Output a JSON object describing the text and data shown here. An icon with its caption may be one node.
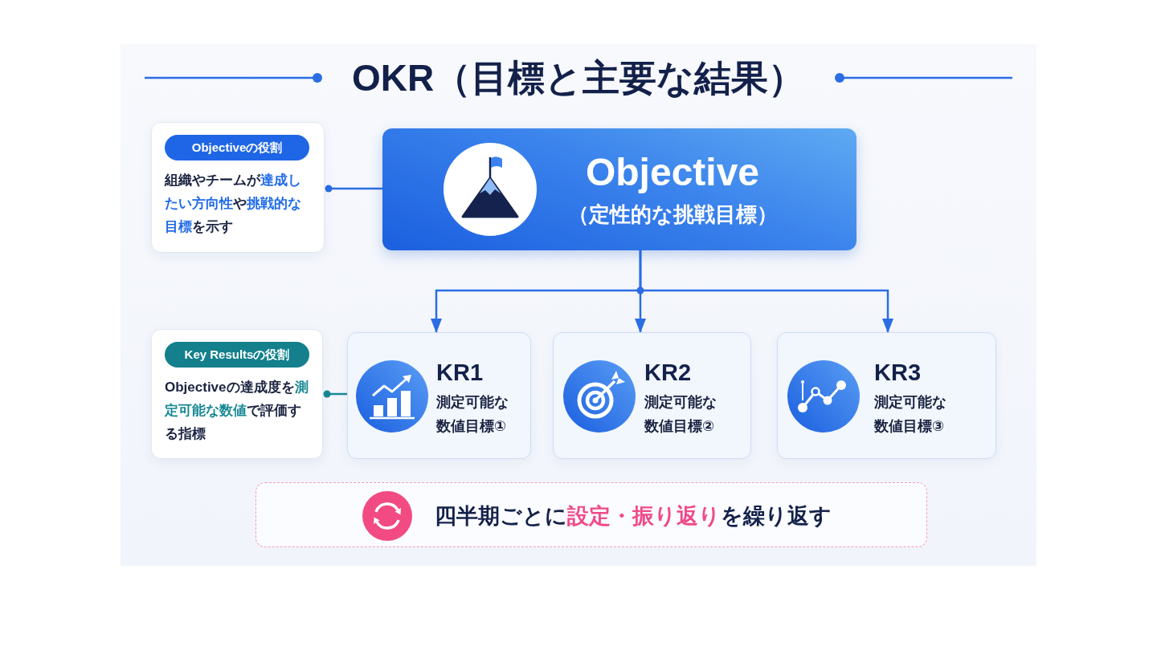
{
  "diagram": {
    "title": "OKR（目標と主要な結果）",
    "nodes": [
      {
        "text": [
          "Objectiveの役割",
          "組織やチームが**達成したい方向性**や**挑戦的な目標**を示す"
        ]
      },
      {
        "text": [
          "Objective",
          "（定性的な挑戦目標）"
        ]
      },
      {
        "text": [
          "Key Resultsの役割",
          "Objectiveの達成度を**測定可能な数値**で評価する指標"
        ]
      },
      {
        "text": [
          "KR1",
          "測定可能な数値目標①"
        ]
      },
      {
        "text": [
          "KR2",
          "測定可能な数値目標②"
        ]
      },
      {
        "text": [
          "KR3",
          "測定可能な数値目標③"
        ]
      },
      {
        "text": [
          "四半期ごとに**設定・振り返り**を繰り返す"
        ]
      }
    ],
    "edges": [
      {
        "from": 0,
        "to": 1,
        "arrow": "other"
      },
      {
        "from": 1,
        "to": 3,
        "arrow": "to"
      },
      {
        "from": 1,
        "to": 4,
        "arrow": "to"
      },
      {
        "from": 1,
        "to": 5,
        "arrow": "to"
      },
      {
        "from": 2,
        "to": 3,
        "arrow": "other",
        "color": "#178894"
      }
    ]
  }
}
